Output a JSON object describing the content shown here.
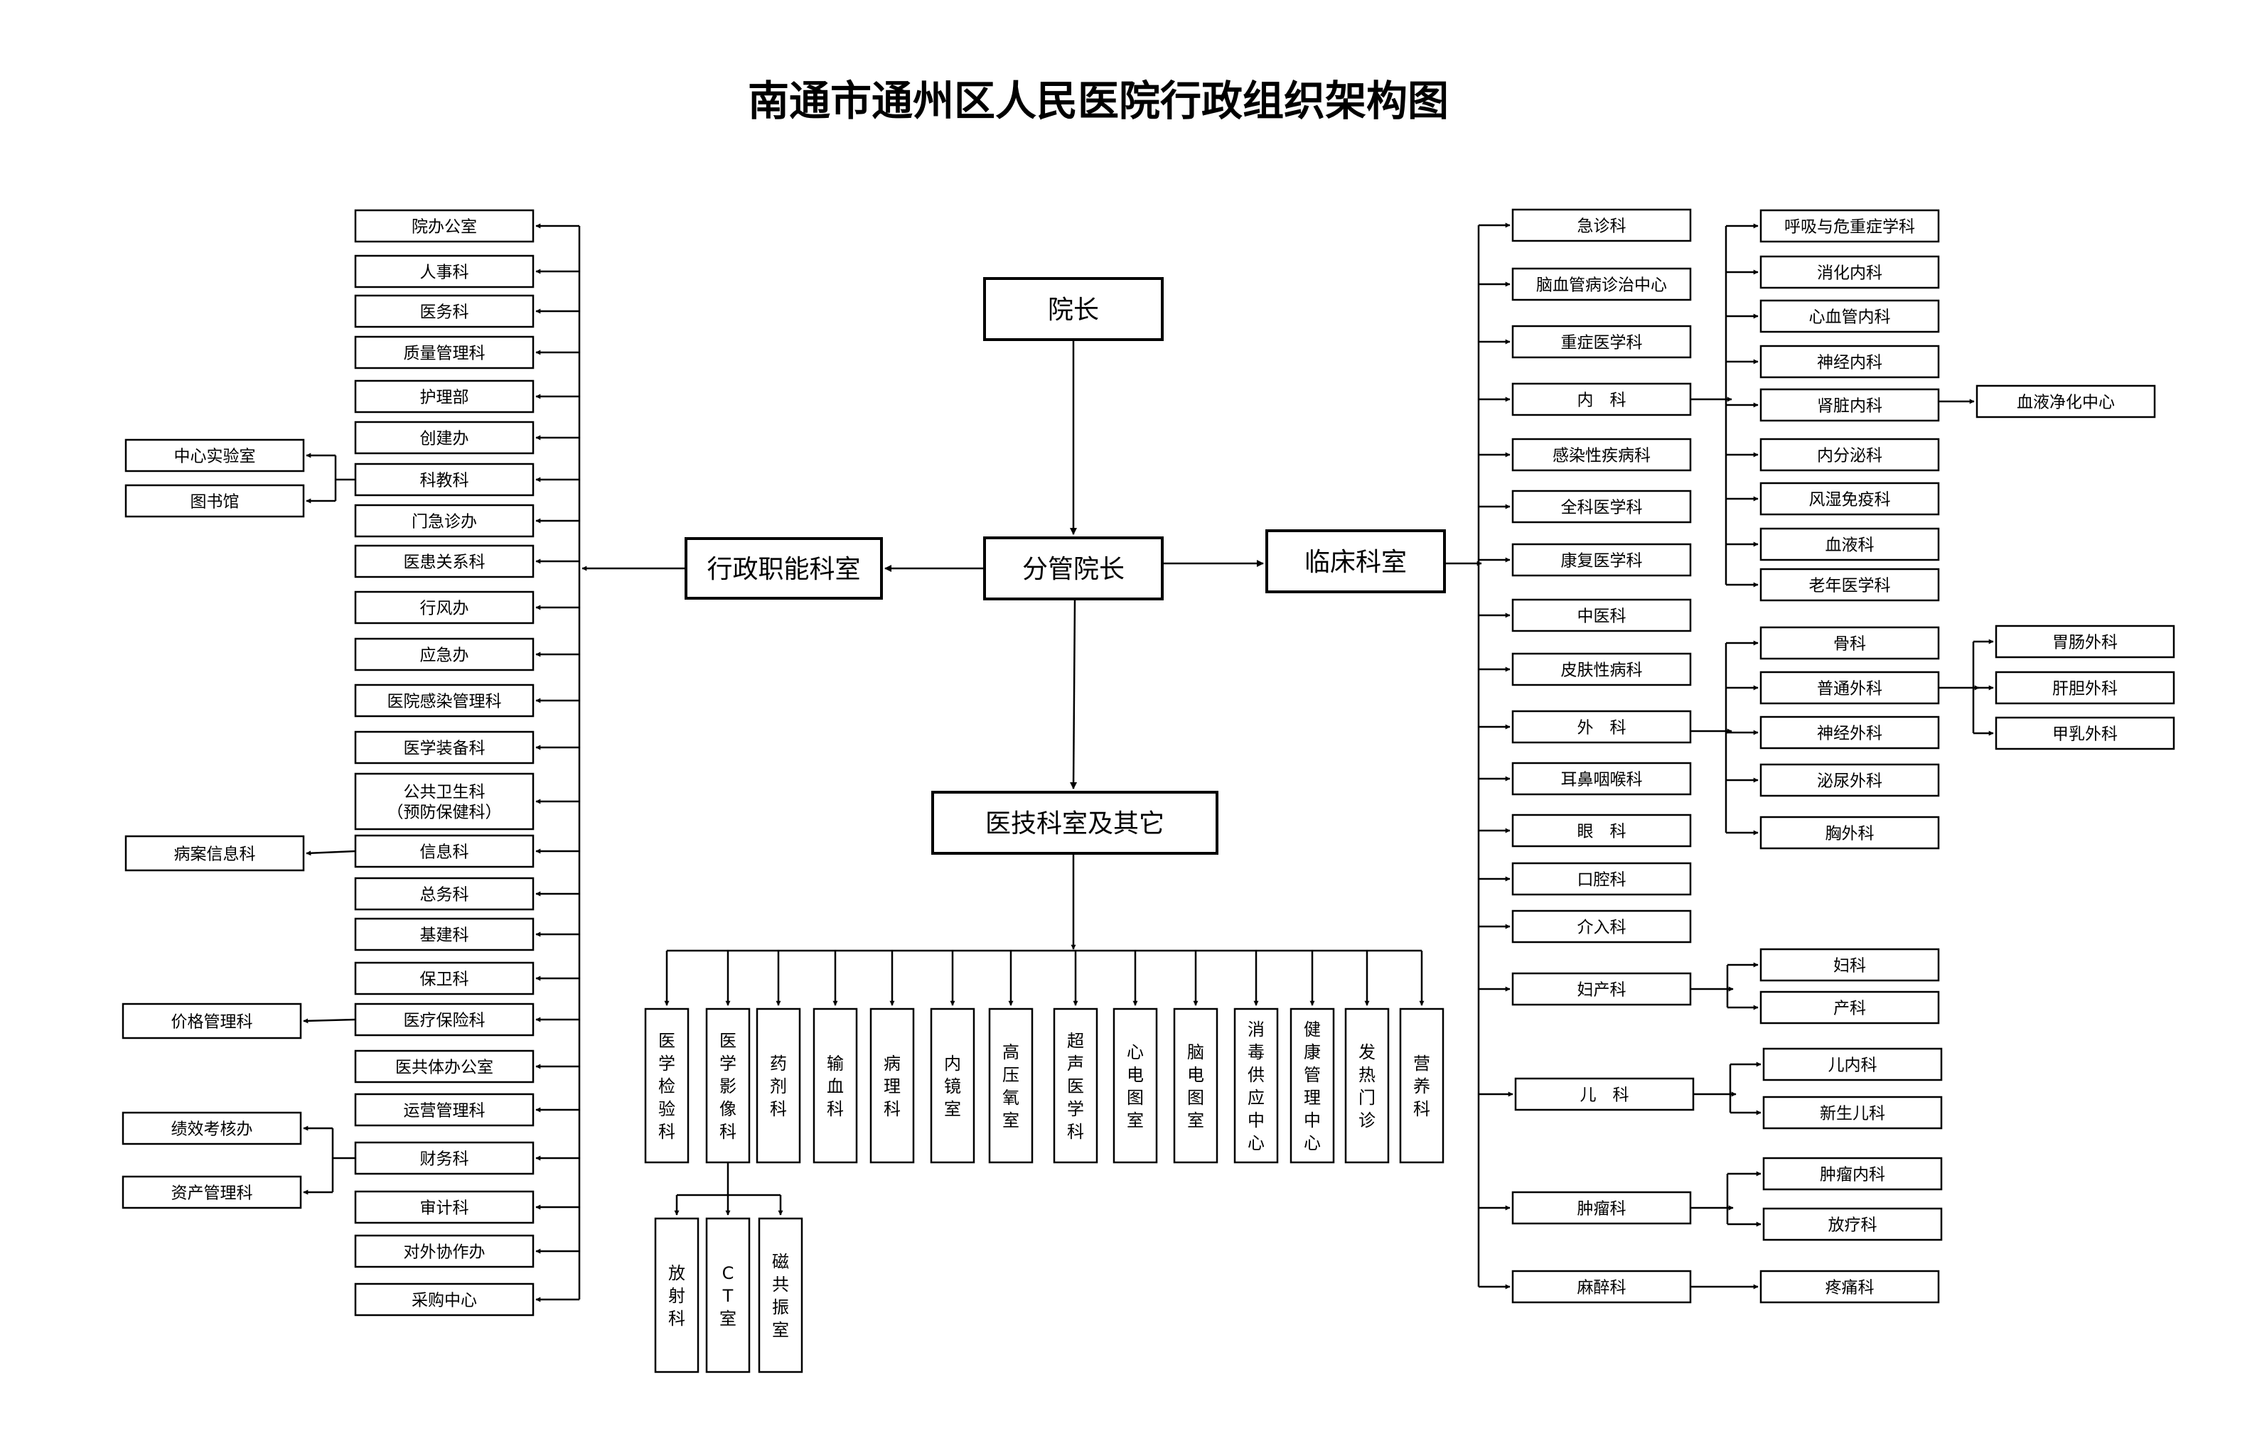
{
  "title": "南通市通州区人民医院行政组织架构图",
  "nodes": {
    "president": "院长",
    "vice_president": "分管院长",
    "admin": "行政职能科室",
    "clinical": "临床科室",
    "medtech": "医技科室及其它"
  },
  "admin_depts": [
    "院办公室",
    "人事科",
    "医务科",
    "质量管理科",
    "护理部",
    "创建办",
    "科教科",
    "门急诊办",
    "医患关系科",
    "行风办",
    "应急办",
    "医院感染管理科",
    "医学装备科",
    "公共卫生科",
    "信息科",
    "总务科",
    "基建科",
    "保卫科",
    "医疗保险科",
    "医共体办公室",
    "运营管理科",
    "财务科",
    "审计科",
    "对外协作办",
    "采购中心"
  ],
  "admin_public_health_sub": "（预防保健科）",
  "admin_subs": {
    "kejiao": [
      "中心实验室",
      "图书馆"
    ],
    "xinxi": [
      "病案信息科"
    ],
    "yibao": [
      "价格管理科"
    ],
    "caiwu": [
      "绩效考核办",
      "资产管理科"
    ]
  },
  "clinical_depts": [
    "急诊科",
    "脑血管病诊治中心",
    "重症医学科",
    "内　科",
    "感染性疾病科",
    "全科医学科",
    "康复医学科",
    "中医科",
    "皮肤性病科",
    "外　科",
    "耳鼻咽喉科",
    "眼　科",
    "口腔科",
    "介入科",
    "妇产科",
    "儿　科",
    "肿瘤科",
    "麻醉科"
  ],
  "clinical_subs": {
    "neike": [
      "呼吸与危重症学科",
      "消化内科",
      "心血管内科",
      "神经内科",
      "肾脏内科",
      "内分泌科",
      "风湿免疫科",
      "血液科",
      "老年医学科"
    ],
    "neike_shen": [
      "血液净化中心"
    ],
    "waike": [
      "骨科",
      "普通外科",
      "神经外科",
      "泌尿外科",
      "胸外科"
    ],
    "waike_putong": [
      "胃肠外科",
      "肝胆外科",
      "甲乳外科"
    ],
    "fuchan": [
      "妇科",
      "产科"
    ],
    "erke": [
      "儿内科",
      "新生儿科"
    ],
    "zhongliu": [
      "肿瘤内科",
      "放疗科"
    ],
    "mazui": [
      "疼痛科"
    ]
  },
  "medtech_depts": [
    "医学检验科",
    "医学影像科",
    "药剂科",
    "输血科",
    "病理科",
    "内镜室",
    "高压氧室",
    "超声医学科",
    "心电图室",
    "脑电图室",
    "消毒供应中心",
    "健康管理中心",
    "发热门诊",
    "营养科"
  ],
  "medtech_subs": [
    "放射科",
    "CT室",
    "磁共振室"
  ]
}
